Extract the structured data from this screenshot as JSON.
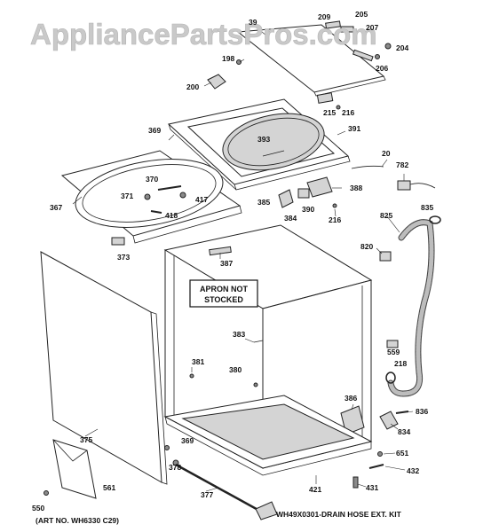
{
  "watermark": "AppliancePartsPros.com",
  "apron_note": [
    "APRON NOT",
    "STOCKED"
  ],
  "art_number": "(ART NO. WH6330 C29)",
  "kit_note": "WH49X0301-DRAIN HOSE EXT. KIT",
  "callouts": [
    {
      "id": "39",
      "label": "39"
    },
    {
      "id": "209",
      "label": "209"
    },
    {
      "id": "205",
      "label": "205"
    },
    {
      "id": "207",
      "label": "207"
    },
    {
      "id": "204",
      "label": "204"
    },
    {
      "id": "206",
      "label": "206"
    },
    {
      "id": "198",
      "label": "198"
    },
    {
      "id": "200",
      "label": "200"
    },
    {
      "id": "215",
      "label": "215"
    },
    {
      "id": "216a",
      "label": "216"
    },
    {
      "id": "369a",
      "label": "369"
    },
    {
      "id": "393",
      "label": "393"
    },
    {
      "id": "391",
      "label": "391"
    },
    {
      "id": "20",
      "label": "20"
    },
    {
      "id": "782",
      "label": "782"
    },
    {
      "id": "370",
      "label": "370"
    },
    {
      "id": "371",
      "label": "371"
    },
    {
      "id": "417",
      "label": "417"
    },
    {
      "id": "418",
      "label": "418"
    },
    {
      "id": "367",
      "label": "367"
    },
    {
      "id": "385",
      "label": "385"
    },
    {
      "id": "384",
      "label": "384"
    },
    {
      "id": "390",
      "label": "390"
    },
    {
      "id": "388",
      "label": "388"
    },
    {
      "id": "216b",
      "label": "216"
    },
    {
      "id": "825",
      "label": "825"
    },
    {
      "id": "835",
      "label": "835"
    },
    {
      "id": "373",
      "label": "373"
    },
    {
      "id": "387",
      "label": "387"
    },
    {
      "id": "820",
      "label": "820"
    },
    {
      "id": "383",
      "label": "383"
    },
    {
      "id": "381",
      "label": "381"
    },
    {
      "id": "380",
      "label": "380"
    },
    {
      "id": "559",
      "label": "559"
    },
    {
      "id": "218",
      "label": "218"
    },
    {
      "id": "386",
      "label": "386"
    },
    {
      "id": "836",
      "label": "836"
    },
    {
      "id": "834",
      "label": "834"
    },
    {
      "id": "375",
      "label": "375"
    },
    {
      "id": "369b",
      "label": "369"
    },
    {
      "id": "651",
      "label": "651"
    },
    {
      "id": "378",
      "label": "378"
    },
    {
      "id": "432",
      "label": "432"
    },
    {
      "id": "561",
      "label": "561"
    },
    {
      "id": "377",
      "label": "377"
    },
    {
      "id": "421",
      "label": "421"
    },
    {
      "id": "431",
      "label": "431"
    },
    {
      "id": "550",
      "label": "550"
    }
  ]
}
